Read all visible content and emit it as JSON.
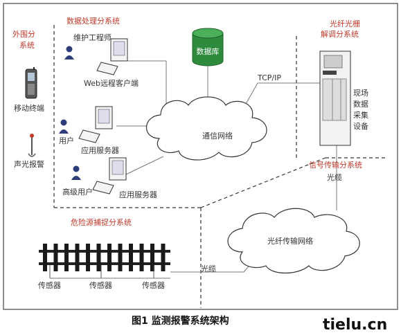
{
  "subsystems": {
    "peripheral": "外围分\n系统",
    "data_processing": "数据处理分系统",
    "fiber_demod": "光纤光栅\n解调分系统",
    "signal_transmission": "信号传输分系统",
    "hazard_capture": "危险源捕捉分系统"
  },
  "nodes": {
    "mobile_terminal": "移动终端",
    "alarm": "声光报警",
    "maintenance_engineer": "维护工程师",
    "web_client": "Web远程客户端",
    "user": "用户",
    "app_server_1": "应用服务器",
    "senior_user": "高级用户",
    "app_server_2": "应用服务器",
    "database": "数据库",
    "comm_network": "通信网络",
    "tcp_ip": "TCP/IP",
    "field_equipment": "现场\n数据\n采集\n设备",
    "fiber_cable_1": "光缆",
    "fiber_network": "光纤传输网络",
    "fiber_cable_2": "光缆",
    "sensor_1": "传感器",
    "sensor_2": "传感器",
    "sensor_3": "传感器"
  },
  "caption": "图1   监测报警系统架构",
  "watermark": "tielu.cn",
  "colors": {
    "label_red": "#c0392b",
    "database_green": "#2e8b3d",
    "cloud_fill": "#ffffff",
    "line": "#666666"
  }
}
